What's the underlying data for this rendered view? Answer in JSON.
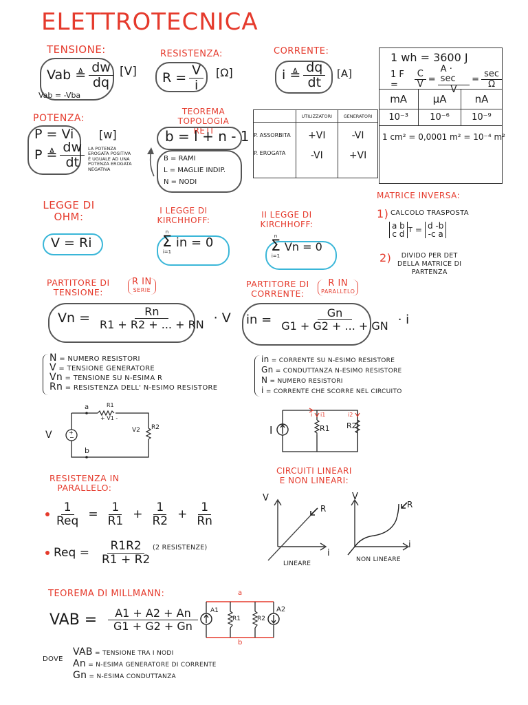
{
  "title": "ELETTROTECNICA",
  "colors": {
    "heading": "#e53a2c",
    "ink": "#1a1a1a",
    "cloud_blue": "#39b6d8",
    "cloud_gray": "#555555"
  },
  "tensione": {
    "heading": "TENSIONE:",
    "formula_lhs": "Vab ≜",
    "num": "dw",
    "den": "dq",
    "unit": "[V]",
    "note": "Vab = -Vba"
  },
  "resistenza": {
    "heading": "RESISTENZA:",
    "formula_lhs": "R =",
    "num": "V",
    "den": "i",
    "unit": "[Ω]"
  },
  "corrente": {
    "heading": "CORRENTE:",
    "formula_lhs": "i ≜",
    "num": "dq",
    "den": "dt",
    "unit": "[A]"
  },
  "units_box": {
    "line1": "1 wh = 3600 J",
    "line2_lhs": "1 F =",
    "frac1_num": "C",
    "frac1_den": "V",
    "frac2_num": "A · sec",
    "frac2_den": "V",
    "frac3_num": "sec",
    "frac3_den": "Ω",
    "prefix_headers": [
      "mA",
      "μA",
      "nA"
    ],
    "prefix_values": [
      "10⁻³",
      "10⁻⁶",
      "10⁻⁹"
    ],
    "area": "1 cm² = 0,0001 m² = 10⁻⁴ m²"
  },
  "potenza": {
    "heading": "POTENZA:",
    "line1": "P = Vi",
    "line2_lhs": "P ≜",
    "num": "dw",
    "den": "dt",
    "unit": "[w]",
    "note": "La potenza erogata positiva è uguale ad una potenza erogata negativa"
  },
  "topologia": {
    "heading_line1": "TEOREMA TOPOLOGIA",
    "heading_line2": "RETI",
    "formula": "b = l + n - 1",
    "defs": [
      "b = RAMI",
      "l = MAGLIE INDIP.",
      "n = NODI"
    ]
  },
  "power_table": {
    "headers": [
      "",
      "UTILIZZATORI",
      "GENERATORI"
    ],
    "rows": [
      [
        "P. ASSORBITA",
        "+VI",
        "-VI"
      ],
      [
        "P. EROGATA",
        "-VI",
        "+VI"
      ]
    ]
  },
  "ohm": {
    "heading_line1": "LEGGE DI",
    "heading_line2": "OHM:",
    "formula": "V = Ri"
  },
  "kirchhoff1": {
    "heading_line1": "I LEGGE DI",
    "heading_line2": "KIRCHHOFF:",
    "sum_top": "n",
    "sum_bottom": "i=1",
    "formula": "in = 0"
  },
  "kirchhoff2": {
    "heading_line1": "II LEGGE DI",
    "heading_line2": "KIRCHHOFF:",
    "sum_top": "n",
    "sum_bottom": "i=1",
    "formula": "Vn = 0"
  },
  "matrice": {
    "heading": "MATRICE INVERSA:",
    "step1_num": "1)",
    "step1_text": "CALCOLO TRASPOSTA",
    "matrix_lhs": [
      "a b",
      "c d"
    ],
    "matrix_sup": "T",
    "matrix_rhs": [
      "d -b",
      "-c a"
    ],
    "step2_num": "2)",
    "step2_text": [
      "DIVIDO PER det",
      "DELLA MATRICE DI",
      "PARTENZA"
    ]
  },
  "partitore_tensione": {
    "heading_line1": "PARTITORE DI",
    "heading_line2": "TENSIONE:",
    "note_line1": "R IN",
    "note_line2": "SERIE",
    "lhs": "Vn =",
    "num": "Rn",
    "den": "R1 + R2 + ... + RN",
    "tail": "· V",
    "legend": [
      {
        "sym": "N",
        "text": "= NUMERO RESISTORI"
      },
      {
        "sym": "V",
        "text": "= TENSIONE GENERATORE"
      },
      {
        "sym": "Vn",
        "text": "= TENSIONE SU n-ESIMA R"
      },
      {
        "sym": "Rn",
        "text": "= RESISTENZA DELL' n-ESIMO RESISTORE"
      }
    ],
    "circuit": {
      "source": "V",
      "node_a": "a",
      "node_b": "b",
      "r1": "R1",
      "v1": "+ V1 -",
      "r2": "R2",
      "v2": "V2"
    }
  },
  "partitore_corrente": {
    "heading_line1": "PARTITORE DI",
    "heading_line2": "CORRENTE:",
    "note_line1": "R IN",
    "note_line2": "PARALLELO",
    "lhs": "in =",
    "num": "Gn",
    "den": "G1 + G2 + ... + GN",
    "tail": "· i",
    "legend": [
      {
        "sym": "in",
        "text": "= CORRENTE SU n-ESIMO RESISTORE"
      },
      {
        "sym": "Gn",
        "text": "= CONDUTTANZA n-ESIMO RESISTORE"
      },
      {
        "sym": "N",
        "text": "= NUMERO RESISTORI"
      },
      {
        "sym": "i",
        "text": "= CORRENTE CHE SCORRE NEL CIRCUITO"
      }
    ],
    "circuit": {
      "source": "I",
      "i": "i",
      "i1": "i1",
      "i2": "i2",
      "r1": "R1",
      "r2": "R2"
    }
  },
  "parallelo": {
    "heading_line1": "RESISTENZA IN",
    "heading_line2": "PARALLELO:",
    "f1_lhs_num": "1",
    "f1_lhs_den": "Req",
    "f1_terms": [
      {
        "num": "1",
        "den": "R1"
      },
      {
        "num": "1",
        "den": "R2"
      },
      {
        "num": "1",
        "den": "Rn"
      }
    ],
    "f2_lhs": "Req =",
    "f2_num": "R1R2",
    "f2_den": "R1 + R2",
    "f2_note": "(2 RESISTENZE)"
  },
  "circuiti": {
    "heading_line1": "CIRCUITI LINEARI",
    "heading_line2": "E NON LINEARI:",
    "graph1": {
      "y": "V",
      "x": "i",
      "curve": "R",
      "caption": "LINEARE"
    },
    "graph2": {
      "y": "V",
      "x": "i",
      "curve": "R",
      "caption": "NON LINEARE"
    }
  },
  "millmann": {
    "heading": "TEOREMA DI MILLMANN:",
    "lhs": "VAB =",
    "num": "A1 + A2 + An",
    "den": "G1 + G2 + Gn",
    "dove": "DOVE",
    "defs": [
      {
        "sym": "VAB",
        "text": "= TENSIONE TRA I NODI"
      },
      {
        "sym": "An",
        "text": "= n-ESIMA GENERATORE DI CORRENTE"
      },
      {
        "sym": "Gn",
        "text": "= n-ESIMA CONDUTTANZA"
      }
    ],
    "circuit": {
      "a1": "A1",
      "a2": "A2",
      "r1": "R1",
      "r2": "R2",
      "node_a": "a",
      "node_b": "b"
    }
  }
}
